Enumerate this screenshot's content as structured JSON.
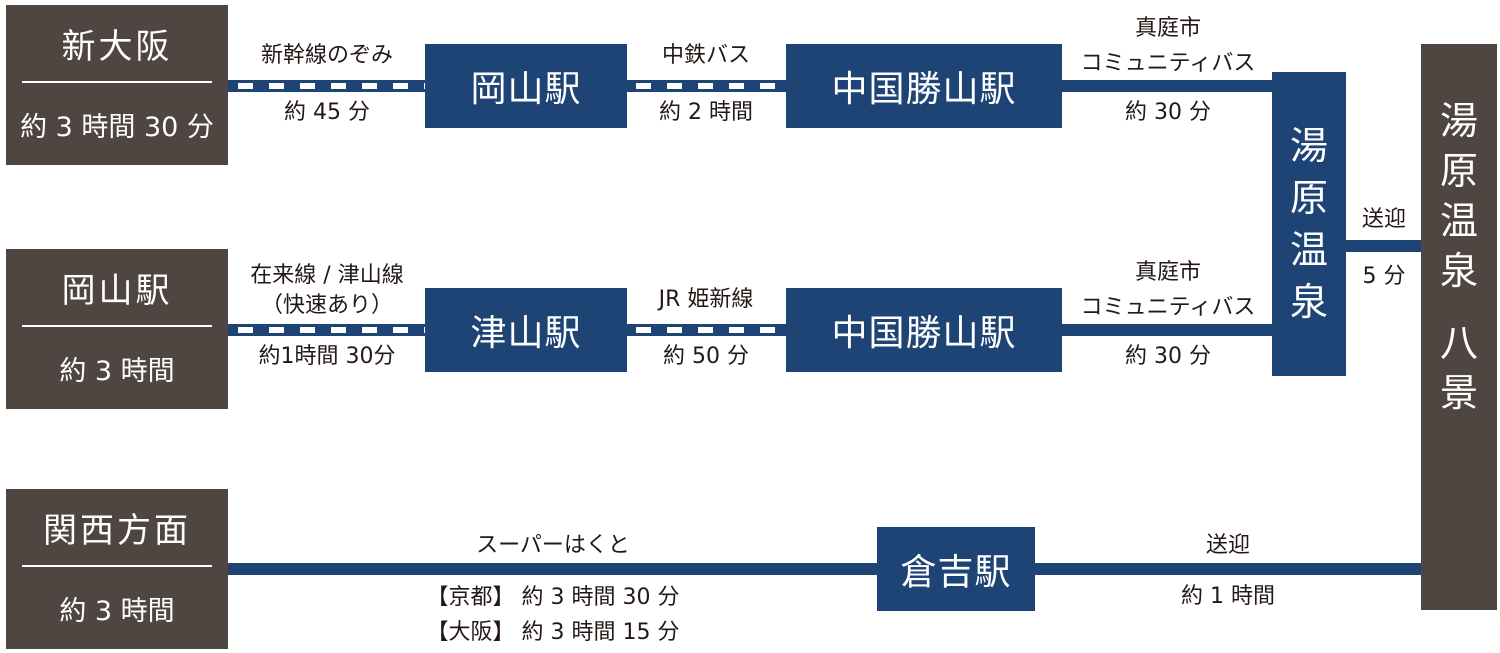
{
  "origins": [
    {
      "name": "新大阪",
      "time": "約 3 時間 30 分"
    },
    {
      "name": "岡山駅",
      "time": "約 3 時間"
    },
    {
      "name": "関西方面",
      "time": "約 3 時間"
    }
  ],
  "row1": {
    "seg1_top": "新幹線のぞみ",
    "seg1_bottom": "約 45 分",
    "station1": "岡山駅",
    "seg2_top": "中鉄バス",
    "seg2_bottom": "約 2 時間",
    "station2": "中国勝山駅",
    "seg3_top1": "真庭市",
    "seg3_top2": "コミュニティバス",
    "seg3_bottom": "約 30 分"
  },
  "row2": {
    "seg1_top1": "在来線 / 津山線",
    "seg1_top2": "（快速あり）",
    "seg1_bottom": "約1時間 30分",
    "station1": "津山駅",
    "seg2_top": "JR 姫新線",
    "seg2_bottom": "約 50 分",
    "station2": "中国勝山駅",
    "seg3_top1": "真庭市",
    "seg3_top2": "コミュニティバス",
    "seg3_bottom": "約 30 分"
  },
  "row3": {
    "seg1_top": "スーパーはくと",
    "seg1_bottom1": "【京都】 約 3 時間 30 分",
    "seg1_bottom2": "【大阪】 約 3 時間 15 分",
    "station": "倉吉駅",
    "seg2_top": "送迎",
    "seg2_bottom": "約 1 時間"
  },
  "onsen": {
    "chars": [
      "湯",
      "原",
      "温",
      "泉"
    ]
  },
  "transfer": {
    "top": "送迎",
    "bottom": "5 分"
  },
  "destination": {
    "line1": [
      "湯",
      "原",
      "温",
      "泉"
    ],
    "line2": [
      "八",
      "景"
    ]
  },
  "colors": {
    "navy": "#1d4474",
    "brown": "#4f4641"
  }
}
